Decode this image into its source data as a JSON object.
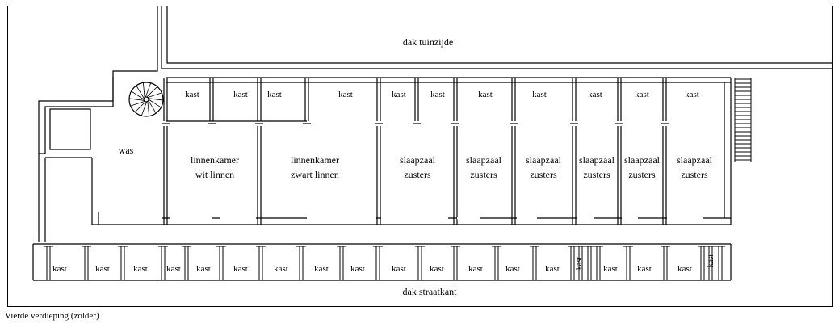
{
  "areas": {
    "roof_garden": "dak tuinzijde",
    "roof_street": "dak straatkant"
  },
  "rooms": {
    "wash": "was",
    "linen_white": [
      "linnenkamer",
      "wit linnen"
    ],
    "linen_black": [
      "linnenkamer",
      "zwart linnen"
    ],
    "dorm": [
      "slaapzaal",
      "zusters"
    ]
  },
  "closet": "kast",
  "caption": "Vierde verdieping (zolder)"
}
